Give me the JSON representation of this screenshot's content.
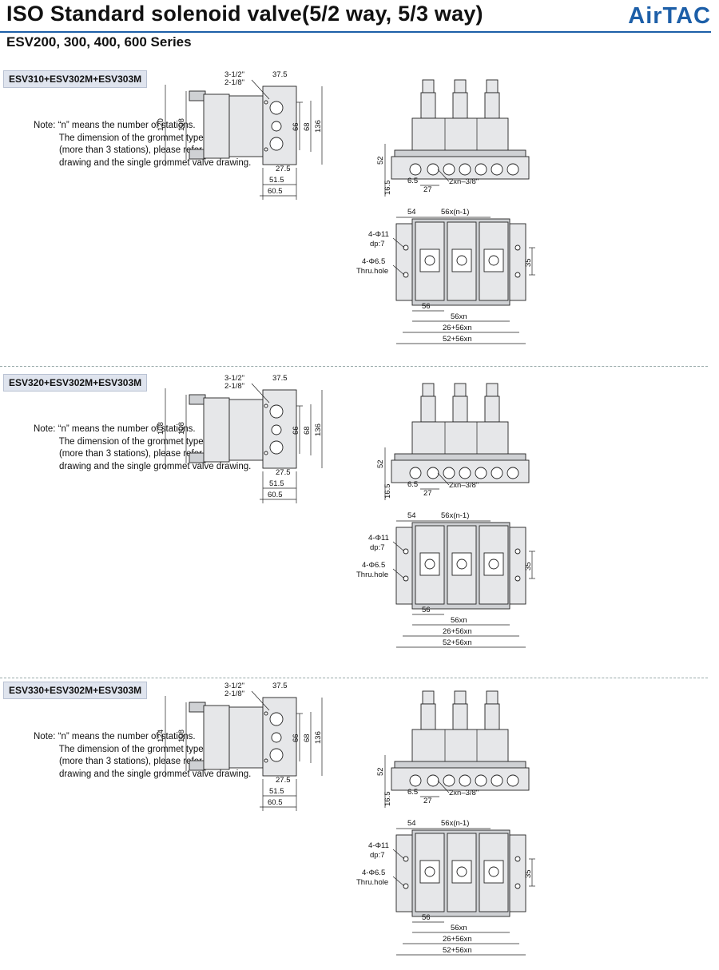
{
  "header": {
    "title": "ISO Standard solenoid valve(5/2 way, 5/3 way)",
    "series": "ESV200, 300, 400, 600 Series",
    "logo": "AirTAC"
  },
  "sections": [
    {
      "label": "ESV310+ESV302M+ESV303M",
      "note": "Note: “n” means the number of stations.\n          The dimension of the grommet type\n          (more than 3 stations), please refer to this\n          drawing and the single grommet valve drawing.",
      "side": {
        "port1": "3-1/2\"",
        "port2": "2-1/8\"",
        "d_top": "37.5",
        "h_outer": "120",
        "h_inner": "108",
        "d66": "66",
        "d68": "68",
        "d136": "136",
        "w1": "27.5",
        "w2": "51.5",
        "w3": "60.5"
      },
      "front": {
        "h": "52",
        "b": "16.5",
        "w": "6.5",
        "p": "27",
        "thread": "2xn–3/8\""
      },
      "top": {
        "l54": "54",
        "pitch": "56x(n-1)",
        "hole1": "4-Φ11",
        "depth": "dp:7",
        "hole2": "4-Φ6.5",
        "thru": "Thru.hole",
        "d35": "35",
        "d56": "56",
        "l1": "56xn",
        "l2": "26+56xn",
        "l3": "52+56xn"
      }
    },
    {
      "label": "ESV320+ESV302M+ESV303M",
      "note": "Note: “n” means the number of stations.\n          The dimension of the grommet type\n          (more than 3 stations), please refer to this\n          drawing and the single grommet valve drawing.",
      "side": {
        "port1": "3-1/2\"",
        "port2": "2-1/8\"",
        "d_top": "37.5",
        "h_outer": "108",
        "h_inner": "108",
        "d66": "66",
        "d68": "68",
        "d136": "136",
        "w1": "27.5",
        "w2": "51.5",
        "w3": "60.5"
      },
      "front": {
        "h": "52",
        "b": "16.5",
        "w": "6.5",
        "p": "27",
        "thread": "2xn–3/8\""
      },
      "top": {
        "l54": "54",
        "pitch": "56x(n-1)",
        "hole1": "4-Φ11",
        "depth": "dp:7",
        "hole2": "4-Φ6.5",
        "thru": "Thru.hole",
        "d35": "35",
        "d56": "56",
        "l1": "56xn",
        "l2": "26+56xn",
        "l3": "52+56xn"
      }
    },
    {
      "label": "ESV330+ESV302M+ESV303M",
      "note": "Note: “n” means the number of stations.\n          The dimension of the grommet type\n          (more than 3 stations), please refer to this\n          drawing and the single grommet valve drawing.",
      "side": {
        "port1": "3-1/2\"",
        "port2": "2-1/8\"",
        "d_top": "37.5",
        "h_outer": "124",
        "h_inner": "108",
        "d66": "66",
        "d68": "68",
        "d136": "136",
        "w1": "27.5",
        "w2": "51.5",
        "w3": "60.5"
      },
      "front": {
        "h": "52",
        "b": "16.5",
        "w": "6.5",
        "p": "27",
        "thread": "2xn–3/8\""
      },
      "top": {
        "l54": "54",
        "pitch": "56x(n-1)",
        "hole1": "4-Φ11",
        "depth": "dp:7",
        "hole2": "4-Φ6.5",
        "thru": "Thru.hole",
        "d35": "35",
        "d56": "56",
        "l1": "56xn",
        "l2": "26+56xn",
        "l3": "52+56xn"
      }
    }
  ]
}
